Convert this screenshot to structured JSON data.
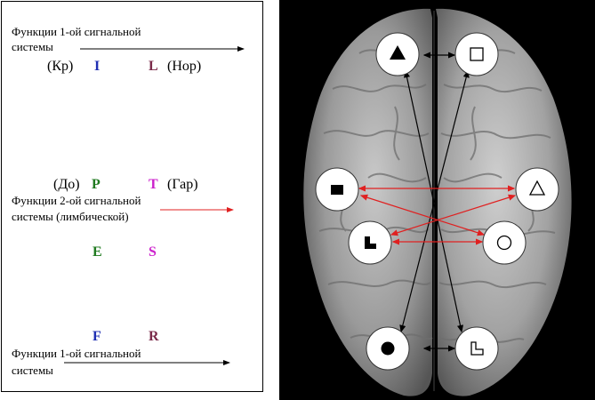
{
  "left_panel": {
    "block1": {
      "title_line1": "Функции 1-ой сигнальной",
      "title_line2": "системы",
      "left_label": "(Кр)",
      "letter1": "I",
      "letter2": "L",
      "right_label": "(Нор)"
    },
    "block2": {
      "left_label": "(До)",
      "letter1": "P",
      "letter2": "T",
      "right_label": "(Гар)",
      "title_line1": "Функции 2-ой сигнальной",
      "title_line2": "системы (лимбической)",
      "letter3": "E",
      "letter4": "S"
    },
    "block3": {
      "letter1": "F",
      "letter2": "R",
      "title_line1": "Функции 1-ой сигнальной",
      "title_line2": "системы"
    }
  },
  "colors": {
    "I": "#1f2fb3",
    "L": "#7a2a4a",
    "P": "#1f7a1f",
    "T": "#cc22cc",
    "E": "#1f7a1f",
    "S": "#cc22cc",
    "F": "#1f2fb3",
    "R": "#7a2a4a",
    "red_arrow": "#e02020"
  },
  "brain_symbols": [
    {
      "name": "triangle-filled",
      "shape": "triangle",
      "filled": true
    },
    {
      "name": "square-outline",
      "shape": "square",
      "filled": false
    },
    {
      "name": "rect-filled",
      "shape": "rect",
      "filled": true
    },
    {
      "name": "triangle-outline",
      "shape": "triangle",
      "filled": false
    },
    {
      "name": "l-shape-filled",
      "shape": "lshape",
      "filled": true
    },
    {
      "name": "circle-outline",
      "shape": "circle",
      "filled": false
    },
    {
      "name": "circle-filled",
      "shape": "circle",
      "filled": true
    },
    {
      "name": "l-shape-outline",
      "shape": "lshape",
      "filled": false
    }
  ]
}
